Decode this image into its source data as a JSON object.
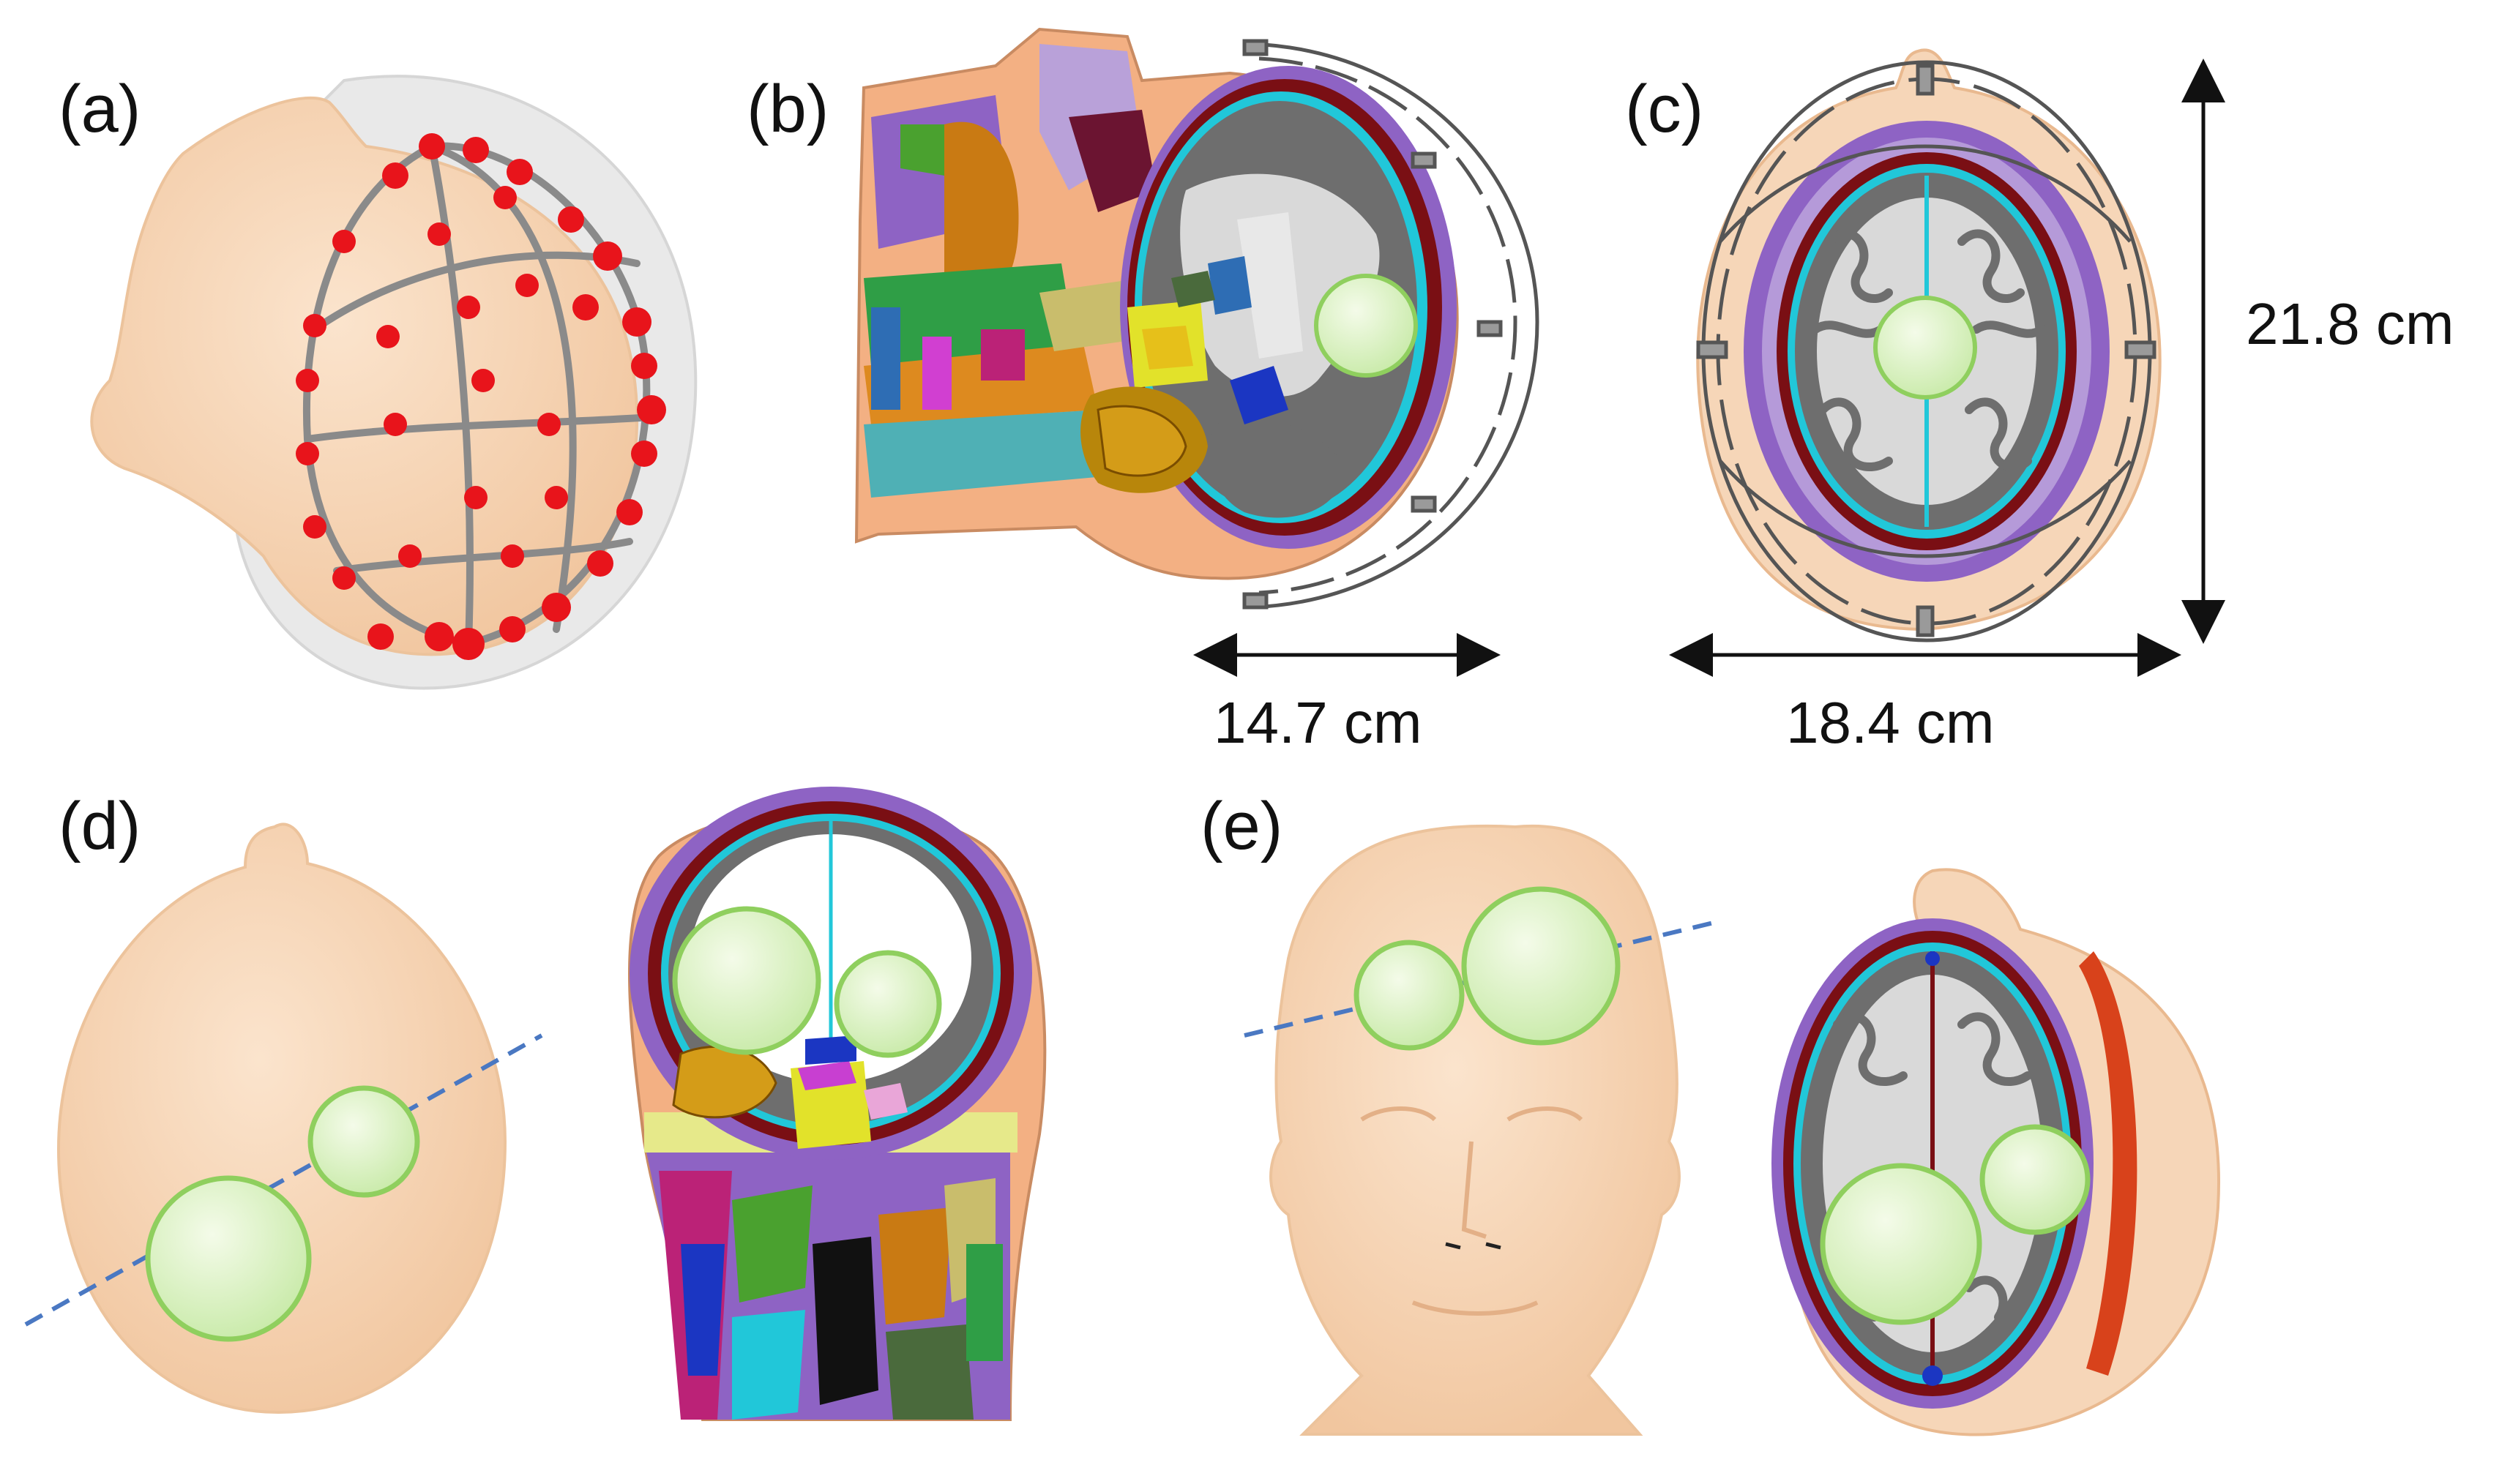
{
  "panels": {
    "a": {
      "label": "(a)"
    },
    "b": {
      "label": "(b)",
      "width_label": "14.7 cm"
    },
    "c": {
      "label": "(c)",
      "width_label": "18.4 cm",
      "height_label": "21.8 cm"
    },
    "d": {
      "label": "(d)"
    },
    "e": {
      "label": "(e)"
    }
  },
  "colors": {
    "skin": "#f6d6b8",
    "skin_edge": "#e9b98f",
    "tumor_fill": "#d7f0c0",
    "tumor_edge": "#8fcf5e",
    "electrode": "#e8141b",
    "guide_line": "#4a78c2",
    "csf": "#21c7d9",
    "gray_matter": "#6e6e6e",
    "white_matter": "#d9d9d9",
    "scalp_purple": "#8e63c4",
    "dark_red": "#7a0f14"
  }
}
